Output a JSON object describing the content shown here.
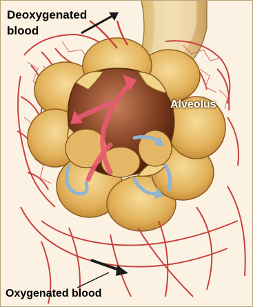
{
  "labels": {
    "deoxygenated": "Deoxygenated blood",
    "deoxygenated_line1": "Deoxygenated",
    "deoxygenated_line2": "blood",
    "alveolus": "Alveolus",
    "oxygenated": "Oxygenated blood"
  },
  "colors": {
    "background": "#fbf2e3",
    "vessel": "#c8413e",
    "capillary_bed": "#e89a90",
    "alveolus_wall": "#e8c06a",
    "alveolus_interior": "#7a3a1e",
    "deoxygenated_flow": "#e85a70",
    "oxygen_flow": "#8fb4d4",
    "arrow": "#1a1a1a"
  }
}
